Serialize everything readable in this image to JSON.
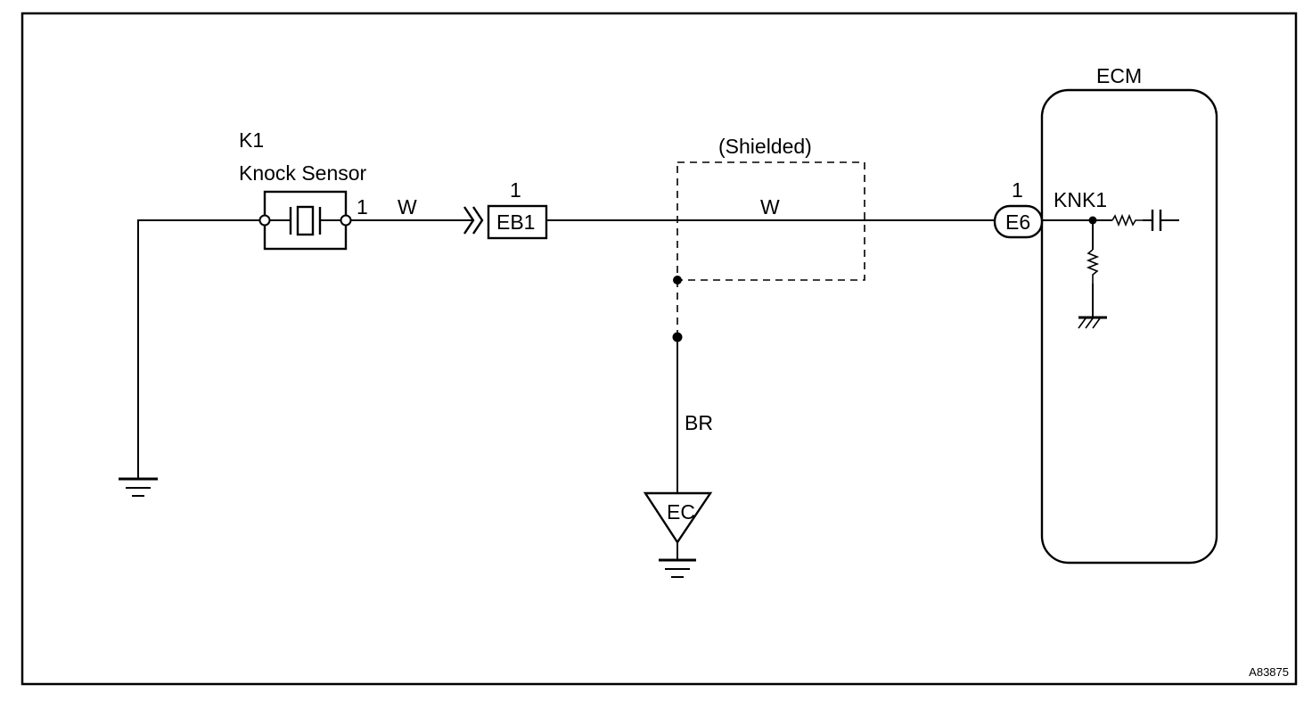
{
  "figure_code": "A83875",
  "knock_sensor": {
    "ref": "K1",
    "name": "Knock Sensor",
    "pin": "1"
  },
  "wires": {
    "sensor_to_eb1": "W",
    "eb1_to_e6": "W",
    "shield_ground": "BR"
  },
  "connector_eb1": {
    "name": "EB1",
    "pin": "1"
  },
  "shield": {
    "label": "(Shielded)"
  },
  "connector_e6": {
    "name": "E6",
    "pin": "1"
  },
  "ecm": {
    "title": "ECM",
    "terminal": "KNK1"
  },
  "ground_point": {
    "label": "EC"
  }
}
